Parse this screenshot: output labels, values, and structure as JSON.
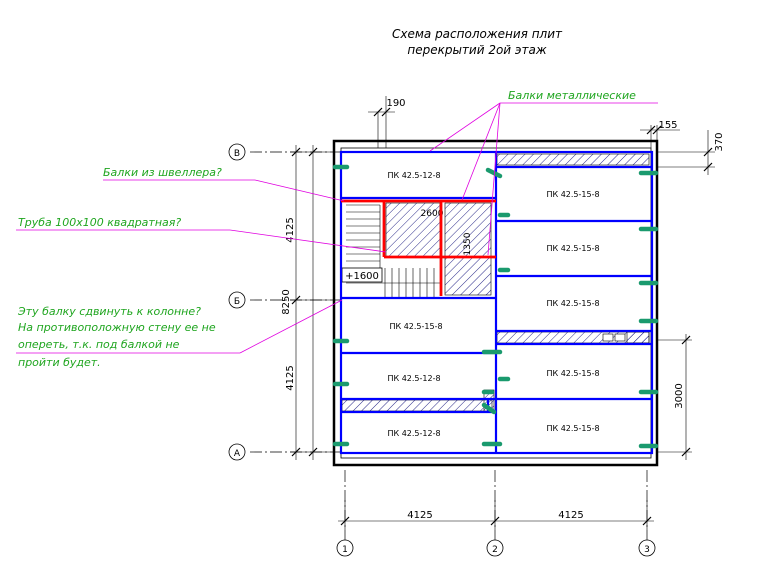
{
  "title": {
    "line1": "Схема расположения плит",
    "line2": "перекрытий 2ой этаж"
  },
  "notes": {
    "metal_beams": "Балки металлические",
    "channel_beams": "Балки из швеллера?",
    "square_tube": "Труба 100х100 квадратная?",
    "move_beam_1": "Эту балку сдвинуть к колонне?",
    "move_beam_2": "На противоположную стену ее не",
    "move_beam_3": "опереть, т.к. под балкой не",
    "move_beam_4": "пройти будет."
  },
  "axes": {
    "rows": [
      "В",
      "Б",
      "А"
    ],
    "cols": [
      "1",
      "2",
      "3"
    ]
  },
  "dimensions": {
    "top_190": "190",
    "top_155": "155",
    "right_370": "370",
    "left_8250": "8250",
    "left_4125_top": "4125",
    "left_4125_bottom": "4125",
    "right_3000": "3000",
    "bottom_4125_left": "4125",
    "bottom_4125_right": "4125",
    "stair_2600": "2600",
    "stair_1350": "1350",
    "level": "+1600"
  },
  "slabs": {
    "left_top": "ПК 42.5-12-8",
    "left_mid": "ПК 42.5-15-8",
    "left_low1": "ПК 42.5-12-8",
    "left_low2": "ПК 42.5-12-8",
    "right_1": "ПК 42.5-15-8",
    "right_2": "ПК 42.5-15-8",
    "right_3": "ПК 42.5-15-8",
    "right_4": "ПК 42.5-15-8",
    "right_5": "ПК 42.5-15-8"
  },
  "colors": {
    "line": "#000000",
    "beam_metal": "#0000ff",
    "beam_channel": "#ff0000",
    "anchor": "#1a9a6e",
    "leader": "#e000e0",
    "annotation": "#1fa51f",
    "hatch": "#2a2a8a"
  }
}
